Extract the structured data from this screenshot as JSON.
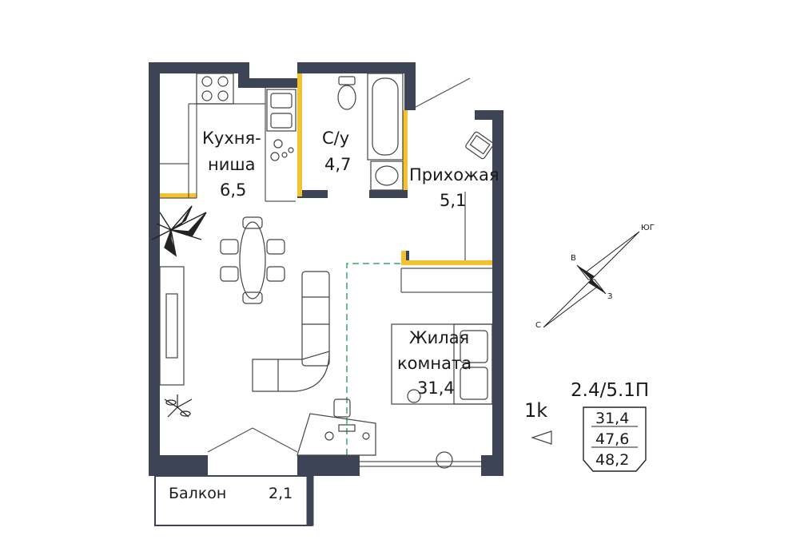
{
  "rooms": {
    "kitchen": {
      "name_line1": "Кухня-",
      "name_line2": "ниша",
      "area": "6,5"
    },
    "bathroom": {
      "name": "С/у",
      "area": "4,7"
    },
    "hallway": {
      "name": "Прихожая",
      "area": "5,1"
    },
    "living": {
      "name_line1": "Жилая",
      "name_line2": "комната",
      "area": "31,4"
    },
    "balcony": {
      "name": "Балкон",
      "area": "2,1"
    }
  },
  "apartment": {
    "type_label": "1k",
    "code": "2.4/5.1П",
    "areas": [
      "31,4",
      "47,6",
      "48,2"
    ]
  },
  "compass": {
    "north": "С",
    "south": "ЮГ",
    "east": "В",
    "west": "З"
  },
  "colors": {
    "wall": "#3d4456",
    "accent": "#f2c230",
    "furniture": "#444444",
    "dash": "#3fa66a"
  }
}
